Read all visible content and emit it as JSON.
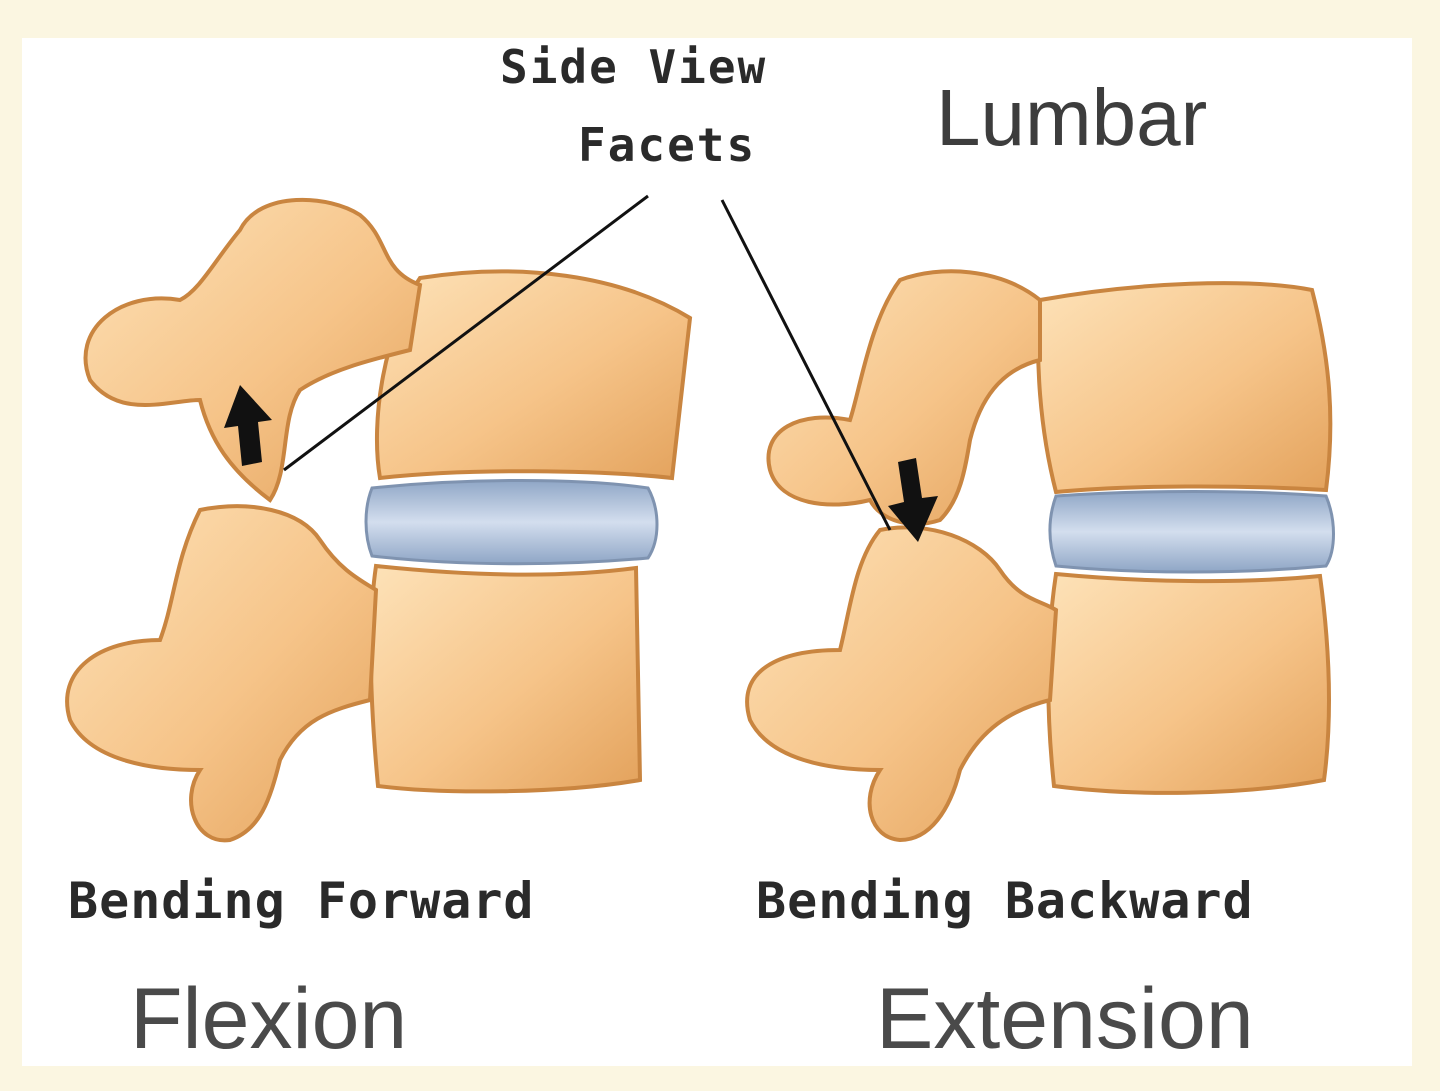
{
  "header": {
    "side_view": "Side View",
    "facets": "Facets",
    "region": "Lumbar"
  },
  "left_panel": {
    "caption": "Bending Forward",
    "label": "Flexion"
  },
  "right_panel": {
    "caption": "Bending Backward",
    "label": "Extension"
  },
  "colors": {
    "background": "#fbf6e1",
    "bone": "#f6c489",
    "bone_shadow": "#d9914a",
    "disc": "#b4c6de",
    "arrow": "#111111"
  }
}
